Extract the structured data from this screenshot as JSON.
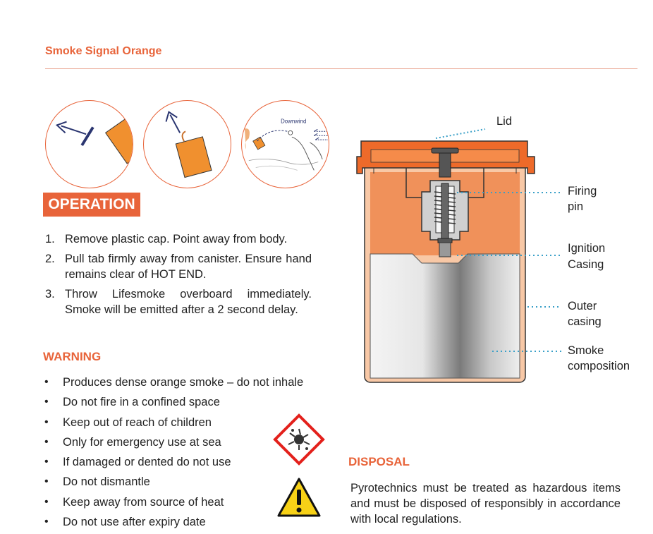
{
  "page": {
    "title": "Smoke Signal Orange"
  },
  "operation": {
    "heading": "OPERATION",
    "steps": [
      {
        "num": "1.",
        "text": "Remove plastic cap. Point away from body."
      },
      {
        "num": "2.",
        "text": "Pull tab firmly away from canister. Ensure hand remains clear of HOT END."
      },
      {
        "num": "3.",
        "text": "Throw Lifesmoke overboard immediately. Smoke will be emitted after a 2 second delay."
      }
    ],
    "illustration_text": "Downwind"
  },
  "warning": {
    "heading": "WARNING",
    "items": [
      "Produces dense orange smoke – do not inhale",
      "Do not fire in a confined space",
      "Keep out of reach of children",
      "Only for emergency use at sea",
      "If damaged or dented do not use",
      "Do not dismantle",
      "Keep away from source of heat",
      "Do not use after expiry date"
    ],
    "bullet": "•"
  },
  "disposal": {
    "heading": "DISPOSAL",
    "text": "Pyrotechnics must be treated as hazardous items and must be disposed of responsibly in accordance with local regulations."
  },
  "diagram": {
    "labels": {
      "lid": "Lid",
      "firing_pin_1": "Firing",
      "firing_pin_2": "pin",
      "ignition_1": "Ignition",
      "ignition_2": "Casing",
      "outer_1": "Outer",
      "outer_2": "casing",
      "smoke_1": "Smoke",
      "smoke_2": "composition"
    }
  },
  "colors": {
    "accent": "#e8643a",
    "orange_fill": "#f0902f",
    "leader": "#3aa0c8",
    "navy": "#2a3570"
  }
}
